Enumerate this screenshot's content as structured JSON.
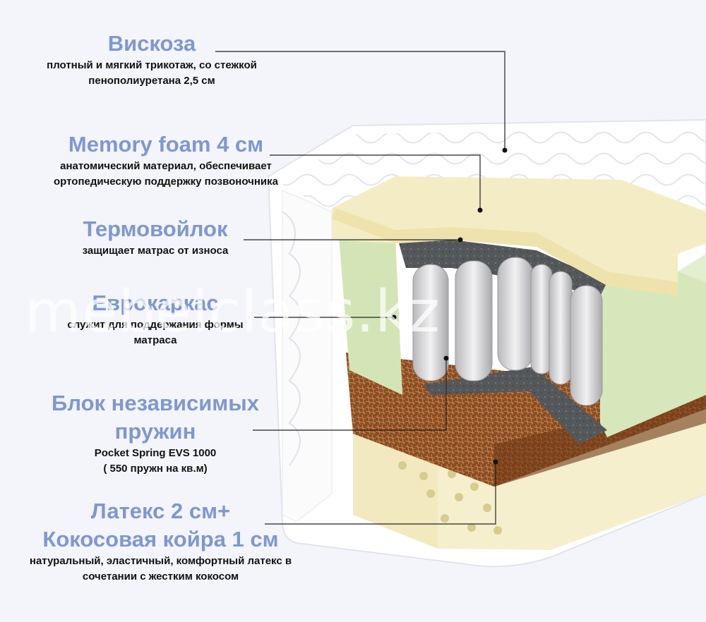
{
  "layers": [
    {
      "title": "Вискоза",
      "desc": [
        "плотный и мягкий трикотаж, со стежкой",
        "пенополиуретана 2,5 см"
      ]
    },
    {
      "title": "Memory foam 4 см",
      "desc": [
        "анатомический материал, обеспечивает",
        "ортопедическую поддержку позвоночника"
      ]
    },
    {
      "title": "Термовойлок",
      "desc": [
        "защищает матрас от износа"
      ]
    },
    {
      "title": "Еврокаркас",
      "desc": [
        "служит для поддержания формы",
        "матраса"
      ]
    },
    {
      "title": [
        "Блок независимых",
        "пружин"
      ],
      "desc": [
        "Pocket Spring EVS 1000",
        "( 550 пружн на кв.м)"
      ]
    },
    {
      "title": [
        "Латекс 2 см+",
        "Кокосовая койра 1 см"
      ],
      "desc": [
        "натуральный, эластичный, комфортный латекс в",
        "сочетании с жестким кокосом"
      ]
    }
  ],
  "watermark": "mebelclass.kz",
  "colors": {
    "background": "#f3f5fb",
    "title": "#7f97d2",
    "text": "#111111",
    "memory_foam": "#f4ecc4",
    "felt": "#55585a",
    "euro_frame": "#d6e6bb",
    "springs": "#d6d6d8",
    "coir": "#8a4b22",
    "latex": "#f2e9bf",
    "cover": "#ffffff"
  }
}
